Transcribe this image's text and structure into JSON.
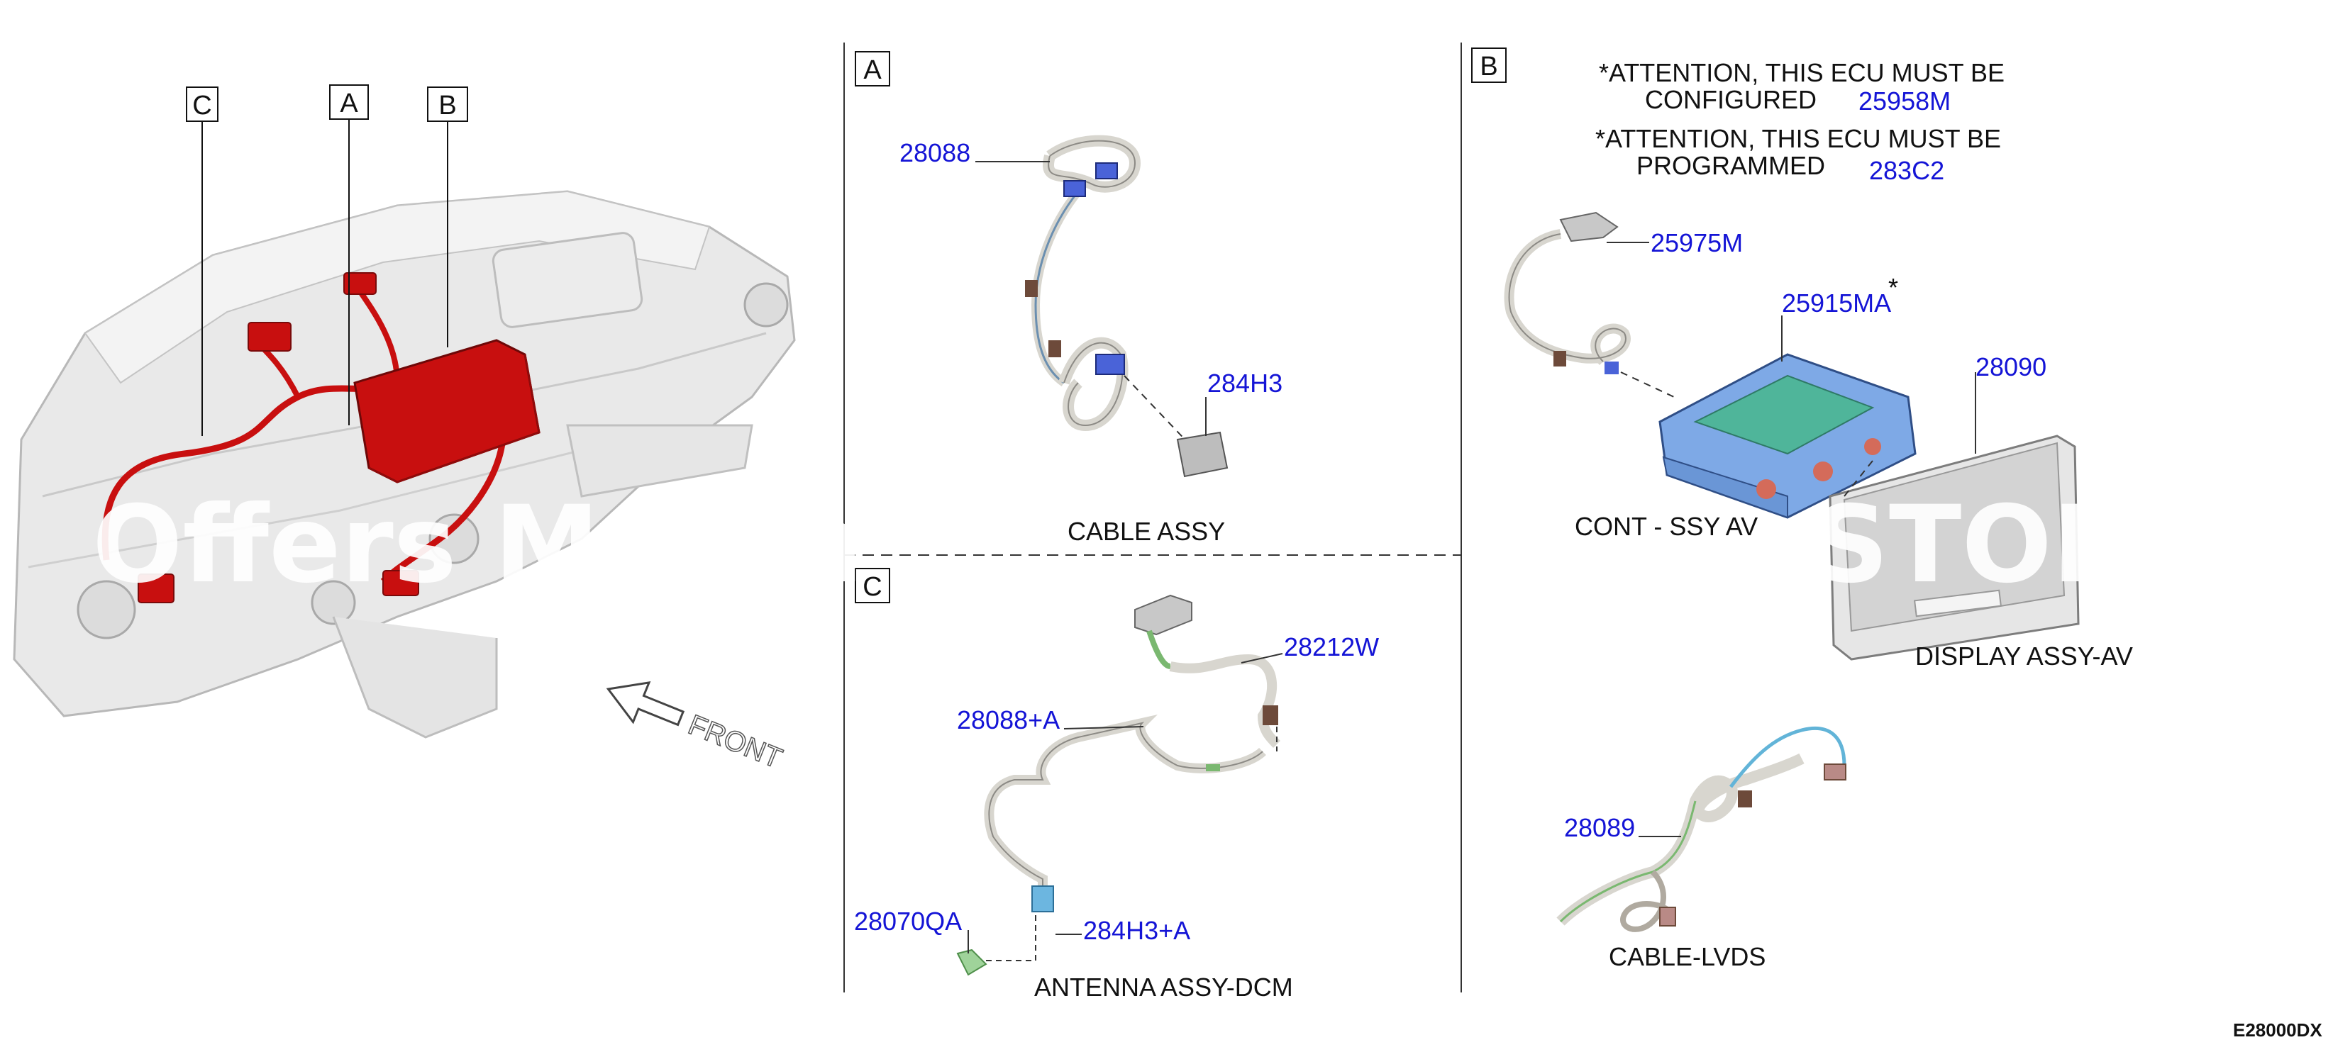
{
  "callouts": {
    "c": "C",
    "a": "A",
    "b": "B"
  },
  "front_label": "FRONT",
  "panel_a": {
    "tag": "A",
    "parts": {
      "p28088": "28088",
      "p284H3": "284H3"
    },
    "caption_partial": "CABLE ASSY"
  },
  "panel_b": {
    "tag": "B",
    "attention_1_line1": "*ATTENTION, THIS ECU MUST BE",
    "attention_1_line2": "CONFIGURED",
    "attention_1_part": "25958M",
    "attention_2_line1": "*ATTENTION, THIS ECU MUST BE",
    "attention_2_line2": "PROGRAMMED",
    "attention_2_part": "283C2",
    "parts": {
      "p25975M": "25975M",
      "p25915MA": "25915MA",
      "asterisk": "*",
      "p28090": "28090",
      "p28089": "28089"
    },
    "caption_controller_partial": "CONT - SSY  AV",
    "caption_display": "DISPLAY ASSY-AV",
    "caption_cable": "CABLE-LVDS"
  },
  "panel_c": {
    "tag": "C",
    "parts": {
      "p28212W": "28212W",
      "p28088A": "28088+A",
      "p28070QA": "28070QA",
      "p284H3A": "284H3+A"
    },
    "caption": "ANTENNA ASSY-DCM"
  },
  "watermark": {
    "left": "Offers Merch",
    "right": "STORE"
  },
  "diagram_code": "E28000DX",
  "colors": {
    "part_number": "#1414d6",
    "highlight": "#c80f0f",
    "wire": "#d8d6cf",
    "connector_blue": "#4a63d8",
    "module_blue": "#7ea9e6",
    "module_green": "#4fb59a"
  }
}
